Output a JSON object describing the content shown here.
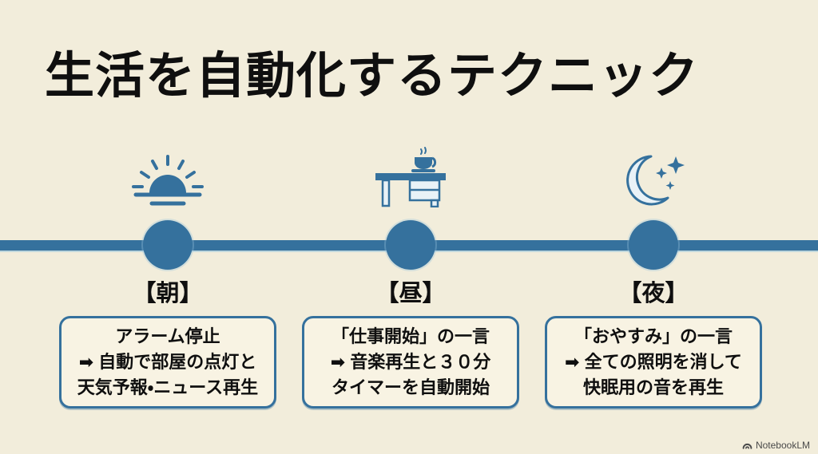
{
  "title": "生活を自動化するテクニック",
  "colors": {
    "accent_blue": "#35719D",
    "background": "#F2EDDB",
    "box_fill": "#F8F3E3",
    "moon_fill": "#E9F2F7",
    "text": "#0F0F0F",
    "footer_gray": "#4A4A4A"
  },
  "timeline": {
    "orientation": "horizontal",
    "node_count": 3
  },
  "stages": [
    {
      "id": "morning",
      "label": "【朝】",
      "icon": "sunrise-icon",
      "lines": [
        "アラーム停止",
        "➡ 自動で部屋の点灯と",
        "天気予報・ニュース再生"
      ]
    },
    {
      "id": "noon",
      "label": "【昼】",
      "icon": "desk-coffee-icon",
      "lines": [
        "「仕事開始」の一言",
        "➡ 音楽再生と３０分",
        "タイマーを自動開始"
      ]
    },
    {
      "id": "night",
      "label": "【夜】",
      "icon": "moon-stars-icon",
      "lines": [
        "「おやすみ」の一言",
        "➡ 全ての照明を消して",
        "快眠用の音を再生"
      ]
    }
  ],
  "footer": {
    "brand": "NotebookLM"
  }
}
